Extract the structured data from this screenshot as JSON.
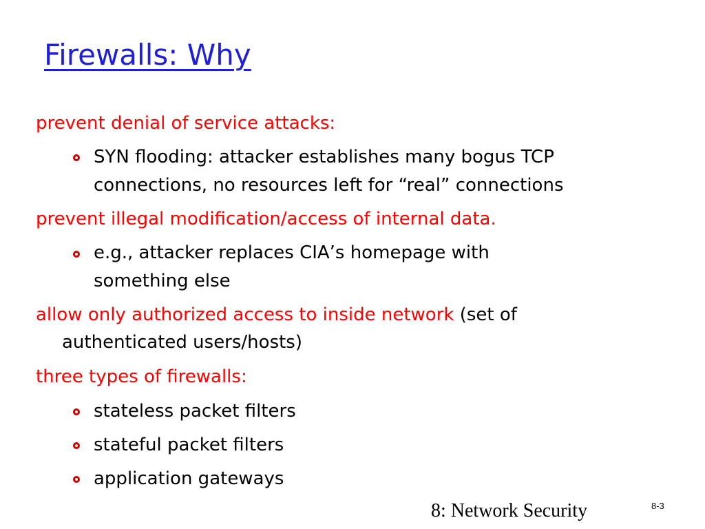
{
  "slide": {
    "title": "Firewalls: Why",
    "points": [
      {
        "heading": "prevent denial of service attacks:",
        "subpoints": [
          {
            "line1": "SYN flooding: attacker establishes many bogus TCP",
            "line2": "connections, no resources left for “real” connections"
          }
        ]
      },
      {
        "heading": "prevent illegal modification/access of internal data.",
        "subpoints": [
          {
            "line1": "e.g., attacker replaces CIA’s homepage with",
            "line2": "something else"
          }
        ]
      },
      {
        "heading": "allow only authorized access to inside network",
        "heading_suffix": " (set of",
        "heading_cont": "authenticated users/hosts)"
      },
      {
        "heading": "three types of firewalls:",
        "subpoints": [
          {
            "line1": "stateless packet filters"
          },
          {
            "line1": "stateful packet filters"
          },
          {
            "line1": "application gateways"
          }
        ]
      }
    ],
    "footer": "8: Network Security",
    "page_number": "8-3"
  },
  "colors": {
    "title": "#1f1fd6",
    "heading": "#ff0000",
    "body": "#000000",
    "bullet": "#cc0000"
  },
  "icons": {
    "bullet": "hollow-circle-bullet-icon"
  }
}
